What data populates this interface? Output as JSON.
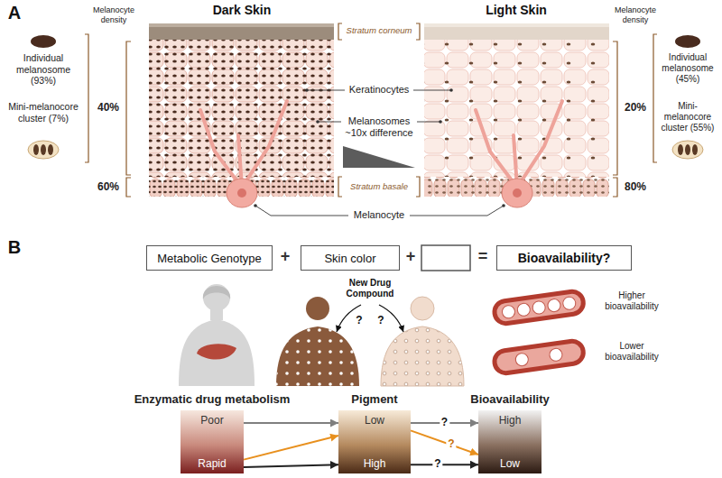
{
  "diagram": {
    "nodes": [
      {
        "text": [
          "Metabolic Genotype"
        ]
      },
      {
        "text": [
          "Skin color"
        ]
      },
      {
        "text": [
          "Bioavailability?"
        ]
      },
      {
        "text": [
          "Enzymatic drug metabolism",
          "Poor",
          "Rapid"
        ]
      },
      {
        "text": [
          "Pigment",
          "Low",
          "High"
        ]
      },
      {
        "text": [
          "Bioavailability",
          "High",
          "Low"
        ]
      }
    ],
    "edges": [
      {
        "from": 3,
        "to": 4,
        "arrow": "to"
      },
      {
        "from": 3,
        "to": 4,
        "arrow": "to"
      },
      {
        "from": 3,
        "to": 4,
        "arrow": "to"
      },
      {
        "from": 4,
        "to": 5,
        "label": "?",
        "arrow": "to"
      },
      {
        "from": 4,
        "to": 5,
        "label": "?",
        "arrow": "to"
      },
      {
        "from": 4,
        "to": 5,
        "label": "?",
        "arrow": "to"
      }
    ],
    "labels": [
      "A",
      "Dark Skin",
      "Light Skin",
      "Melanocyte density",
      "Melanocyte density",
      "Individual melanosome (93%)",
      "Mini-melanocore cluster (7%)",
      "40%",
      "60%",
      "Stratum corneum",
      "Keratinocytes",
      "Melanosomes ~10x difference",
      "Stratum basale",
      "Melanocyte",
      "Individual melanosome (45%)",
      "Mini-melanocore cluster (55%)",
      "20%",
      "80%",
      "B",
      "+",
      "+",
      "=",
      "New Drug Compound",
      "?",
      "?",
      "Higher bioavailability",
      "Lower bioavailability"
    ]
  }
}
